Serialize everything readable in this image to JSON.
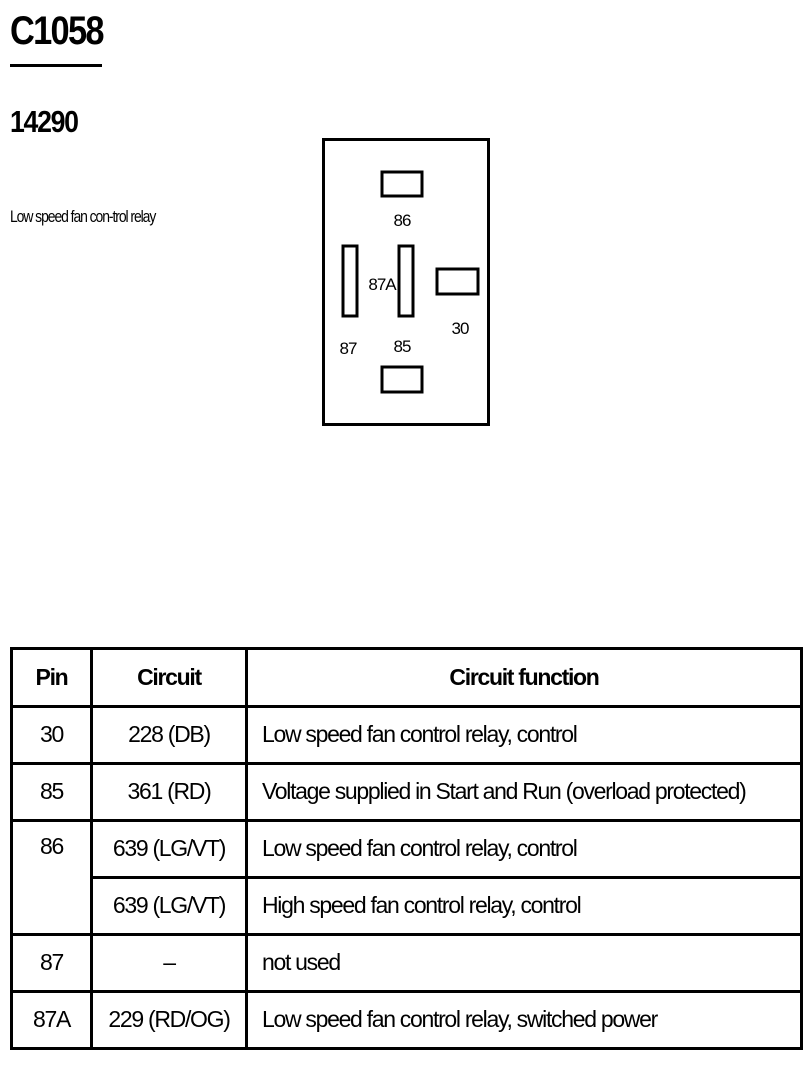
{
  "header": {
    "connector_id": "C1058",
    "part_number": "14290",
    "description": "Low speed fan con-trol relay"
  },
  "relay_diagram": {
    "pins": [
      {
        "label": "86"
      },
      {
        "label": "87A"
      },
      {
        "label": "30"
      },
      {
        "label": "87"
      },
      {
        "label": "85"
      }
    ]
  },
  "pin_table": {
    "headers": {
      "pin": "Pin",
      "circuit": "Circuit",
      "function": "Circuit function"
    },
    "rows": [
      {
        "pin": "30",
        "circuit": "228 (DB)",
        "function": "Low speed fan control relay, control"
      },
      {
        "pin": "85",
        "circuit": "361 (RD)",
        "function": "Voltage supplied in Start and Run (overload protected)"
      },
      {
        "pin": "86",
        "circuit": "639 (LG/VT)",
        "function": "Low speed fan control relay, control"
      },
      {
        "pin": "",
        "circuit": "639 (LG/VT)",
        "function": "High speed fan control relay, control"
      },
      {
        "pin": "87",
        "circuit": "–",
        "function": "not used"
      },
      {
        "pin": "87A",
        "circuit": "229 (RD/OG)",
        "function": "Low speed fan control relay, switched power"
      }
    ]
  }
}
